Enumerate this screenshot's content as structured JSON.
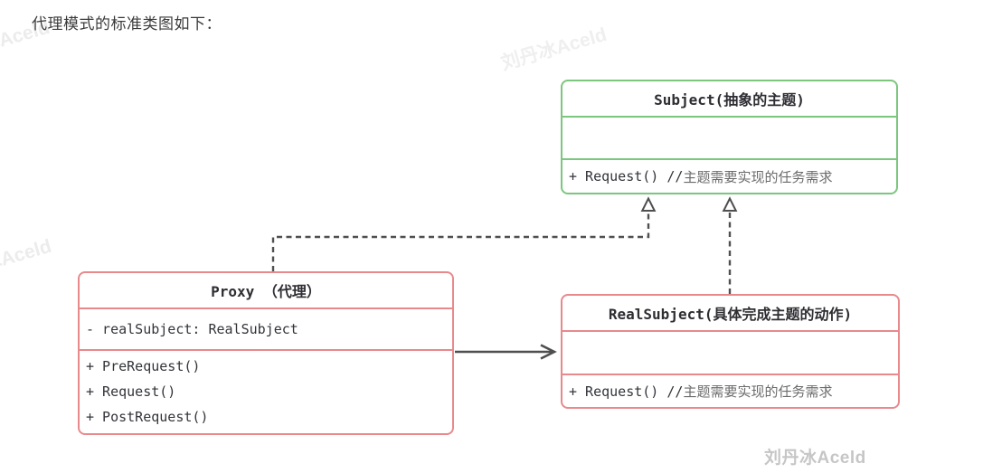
{
  "page": {
    "heading": "代理模式的标准类图如下："
  },
  "diagram": {
    "classes": {
      "subject": {
        "title": "Subject(抽象的主题)",
        "attributes": [],
        "method_code": "+ Request() //",
        "method_comment": "主题需要实现的任务需求"
      },
      "proxy": {
        "title": "Proxy （代理）",
        "field": "- realSubject: RealSubject",
        "methods": [
          "+ PreRequest()",
          "+ Request()",
          "+ PostRequest()"
        ]
      },
      "realsubject": {
        "title": "RealSubject(具体完成主题的动作)",
        "attributes": [],
        "method_code": "+ Request() //",
        "method_comment": "主题需要实现的任务需求"
      }
    },
    "relations": [
      {
        "name": "proxy-implements-subject",
        "type": "realization",
        "line": "dashed",
        "arrowhead": "hollow-triangle"
      },
      {
        "name": "realsubject-implements-subject",
        "type": "realization",
        "line": "dashed",
        "arrowhead": "hollow-triangle"
      },
      {
        "name": "proxy-uses-realsubject",
        "type": "association",
        "line": "solid",
        "arrowhead": "open-v"
      }
    ],
    "colors": {
      "subject_border": "#7cc67e",
      "proxy_border": "#e8898c",
      "realsubject_border": "#e8898c",
      "connector": "#4f4f4f",
      "code_text": "#33343a",
      "comment_text": "#6b6b6b",
      "signature_watermark": "#c6c6c6"
    }
  },
  "watermarks": {
    "signature": "刘丹冰Aceld",
    "faint_repeat": "刘丹冰Aceld"
  }
}
